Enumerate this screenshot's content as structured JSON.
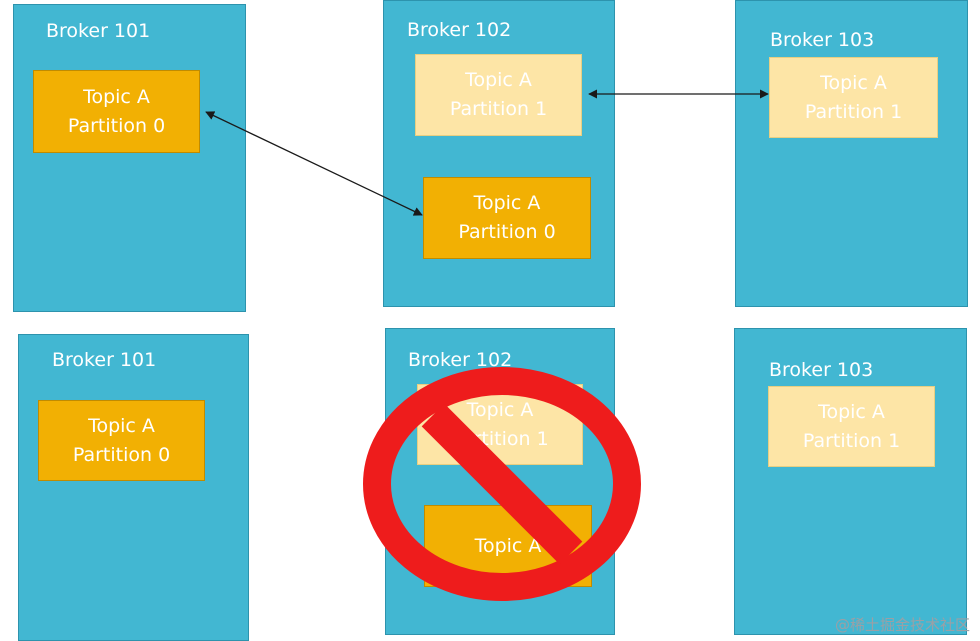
{
  "top_row": {
    "b101": {
      "title": "Broker 101",
      "partition": {
        "line1": "Topic A",
        "line2": "Partition 0"
      }
    },
    "b102": {
      "title": "Broker 102",
      "replica": {
        "line1": "Topic A",
        "line2": "Partition 1"
      },
      "partition": {
        "line1": "Topic A",
        "line2": "Partition 0"
      }
    },
    "b103": {
      "title": "Broker 103",
      "replica": {
        "line1": "Topic A",
        "line2": "Partition 1"
      }
    }
  },
  "bottom_row": {
    "b101": {
      "title": "Broker 101",
      "partition": {
        "line1": "Topic A",
        "line2": "Partition 0"
      }
    },
    "b102": {
      "title": "Broker 102",
      "replica": {
        "line1": "Topic A",
        "line2": "Partition 1"
      },
      "partition": {
        "line1": "Topic A",
        "line2": ""
      }
    },
    "b103": {
      "title": "Broker 103",
      "replica": {
        "line1": "Topic A",
        "line2": "Partition 1"
      }
    }
  },
  "watermark": "@稀土掘金技术社区",
  "colors": {
    "broker": "#42b7d2",
    "leader_partition": "#f2b003",
    "replica_partition": "#fde5a6",
    "no_symbol": "#ee1c1c"
  },
  "icons": {
    "prohibition": "no-symbol-icon"
  }
}
